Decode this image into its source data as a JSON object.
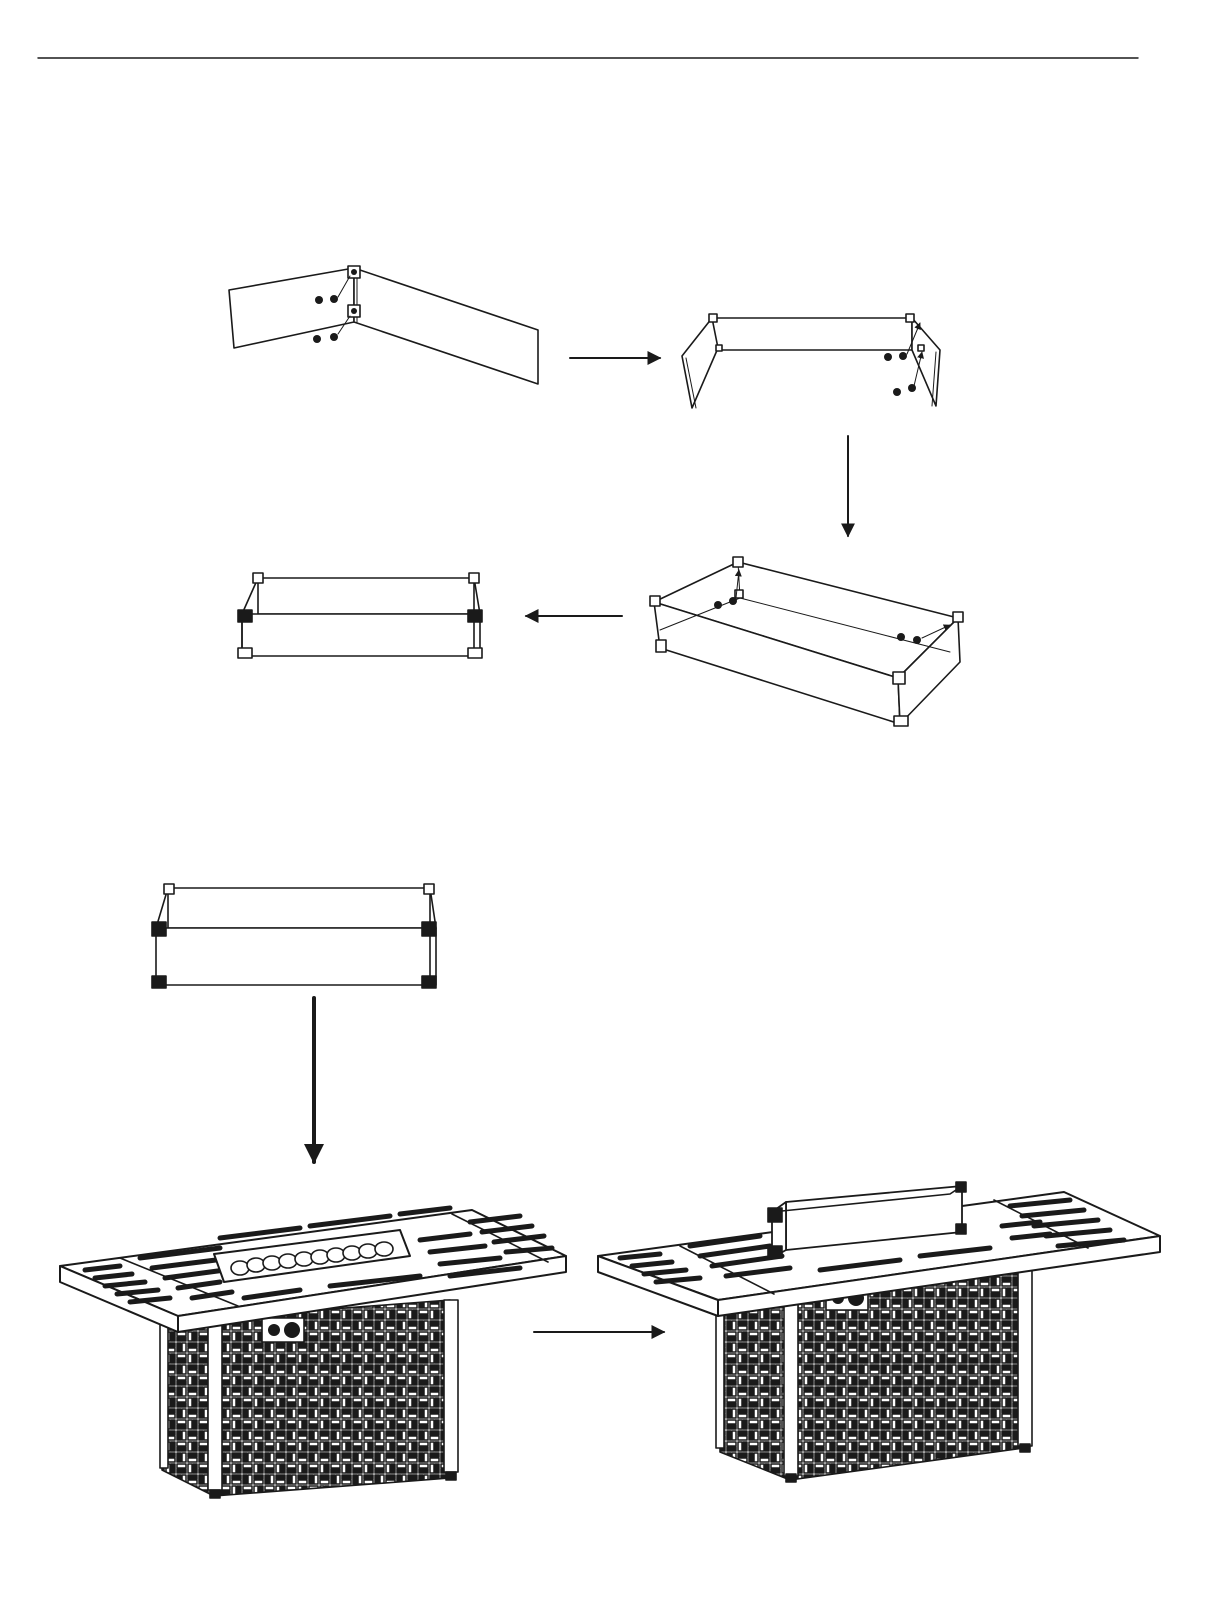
{
  "page": {
    "background": "#ffffff",
    "ink": "#1a1a1a"
  },
  "diagram": {
    "stages": [
      {
        "name": "two-glass-panels-joined-at-corner"
      },
      {
        "name": "third-panel-attached-u-shape"
      },
      {
        "name": "fourth-panel-closing-rectangle"
      },
      {
        "name": "assembled-glass-wind-guard"
      },
      {
        "name": "assembled-wind-guard-ready-to-place"
      },
      {
        "name": "fire-pit-table-open-burner"
      },
      {
        "name": "fire-pit-table-with-wind-guard-installed"
      }
    ],
    "arrows": [
      {
        "from": "two-glass-panels-joined-at-corner",
        "to": "third-panel-attached-u-shape",
        "direction": "right"
      },
      {
        "from": "third-panel-attached-u-shape",
        "to": "fourth-panel-closing-rectangle",
        "direction": "down"
      },
      {
        "from": "fourth-panel-closing-rectangle",
        "to": "assembled-glass-wind-guard",
        "direction": "left"
      },
      {
        "from": "assembled-wind-guard-ready-to-place",
        "to": "fire-pit-table-open-burner",
        "direction": "down"
      },
      {
        "from": "fire-pit-table-open-burner",
        "to": "fire-pit-table-with-wind-guard-installed",
        "direction": "right"
      }
    ],
    "icons": {
      "nut": "nut-icon",
      "corner_bracket": "corner-bracket-icon",
      "knob": "control-knob-icon"
    }
  }
}
